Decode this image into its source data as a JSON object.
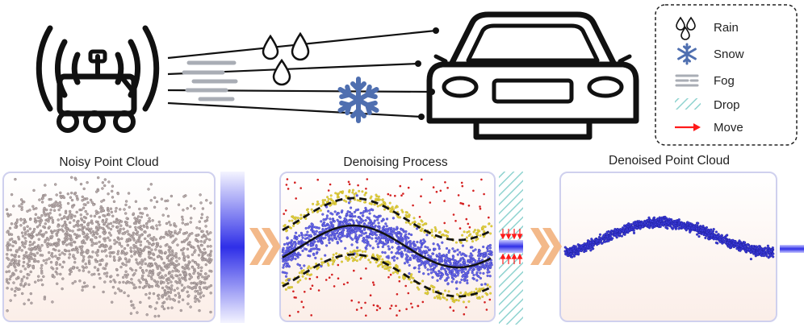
{
  "legend": {
    "items": [
      {
        "icon": "rain-icon",
        "label": "Rain"
      },
      {
        "icon": "snow-icon",
        "label": "Snow"
      },
      {
        "icon": "fog-icon",
        "label": "Fog"
      },
      {
        "icon": "drop-icon",
        "label": "Drop"
      },
      {
        "icon": "move-arrow-icon",
        "label": "Move"
      }
    ]
  },
  "panels": {
    "noisy": {
      "title": "Noisy Point Cloud"
    },
    "process": {
      "title": "Denoising Process"
    },
    "denoised": {
      "title": "Denoised Point Cloud"
    }
  },
  "colors": {
    "noisy_points": "#8a7f7f",
    "clean_points": "#3a3ad8",
    "outlier_points": "#d42020",
    "boundary_points": "#e6d43a",
    "bar_blue": "#2f2fe8",
    "chevron": "#f3b98a",
    "move_arrow": "#ff1a1a",
    "drop_hatch": "#8fd3d0",
    "snow": "#4f6fb0",
    "panel_border": "#cfd0ee"
  }
}
